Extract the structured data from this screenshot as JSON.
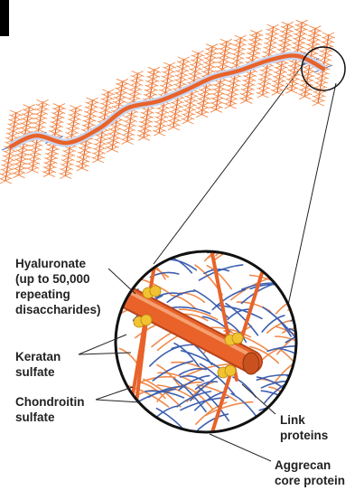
{
  "colors": {
    "core_protein": "#e8622a",
    "hyaluronate": "#e8622a",
    "keratan_sulfate": "#f08a4b",
    "chondroitin_sulfate": "#3d5fb0",
    "link_protein": "#f1c232",
    "zoom_circle_border": "#111111",
    "background": "#ffffff"
  },
  "labels": {
    "hyaluronate": "Hyaluronate\n(up to 50,000\nrepeating\ndisaccharides)",
    "keratan_sulfate": "Keratan\nsulfate",
    "chondroitin_sulfate": "Chondroitin\nsulfate",
    "link_proteins": "Link\nproteins",
    "aggrecan_core_protein": "Aggrecan\ncore protein"
  }
}
